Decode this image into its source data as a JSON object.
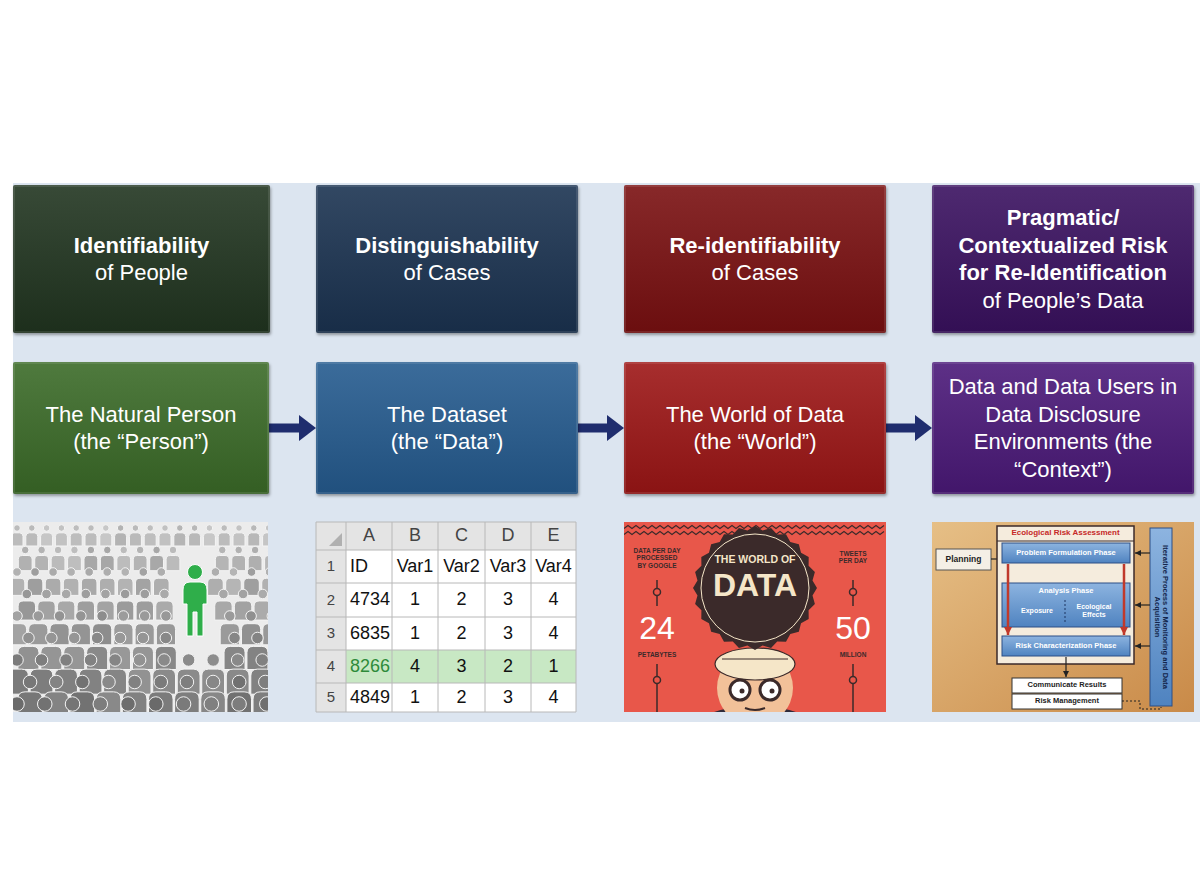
{
  "diagram": {
    "nodes": [
      {
        "text": [
          "Identifiability",
          "of People"
        ]
      },
      {
        "text": [
          "Distinguishability",
          "of Cases"
        ]
      },
      {
        "text": [
          "Re-identifiability",
          "of Cases"
        ]
      },
      {
        "text": [
          "Pragmatic/ Contextualized Risk for Re-Identification",
          "of People’s Data"
        ]
      },
      {
        "text": [
          "The Natural Person (the “Person”)"
        ]
      },
      {
        "text": [
          "The Dataset (the “Data”)"
        ]
      },
      {
        "text": [
          "The World of Data (the “World”)"
        ]
      },
      {
        "text": [
          "Data and Data Users in Data Disclosure Environments (the “Context”)"
        ]
      }
    ],
    "edges": [
      {
        "from": 4,
        "to": 5,
        "arrow": "to"
      },
      {
        "from": 5,
        "to": 6,
        "arrow": "to"
      },
      {
        "from": 6,
        "to": 7,
        "arrow": "to"
      }
    ],
    "labels": [
      "A",
      "B",
      "C",
      "D",
      "E",
      "1",
      "ID",
      "Var1",
      "Var2",
      "Var3",
      "Var4",
      "2",
      "4734",
      "1",
      "2",
      "3",
      "4",
      "3",
      "6835",
      "1",
      "2",
      "3",
      "4",
      "4",
      "8266",
      "4",
      "3",
      "2",
      "1",
      "5",
      "4849",
      "1",
      "2",
      "3",
      "4",
      "DATA PER DAY PROCESSED BY GOOGLE",
      "THE WORLD OF",
      "DATA",
      "24",
      "PETABYTES",
      "TWEETS PER DAY",
      "50",
      "MILLION",
      "Ecological Risk Assessment",
      "Planning",
      "Problem Formulation Phase",
      "Analysis Phase",
      "Exposure",
      "Ecological Effects",
      "Risk Characterization Phase",
      "Communicate Results",
      "Risk Management",
      "Iterative Process of Monitoring and Data Acquisition"
    ]
  }
}
